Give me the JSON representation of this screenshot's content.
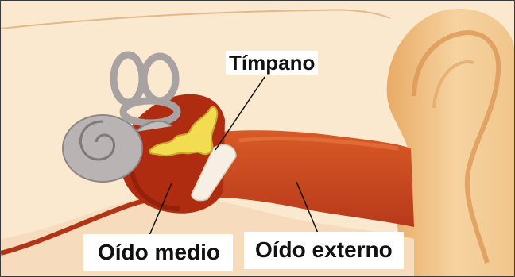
{
  "labels": {
    "timpano": "Tímpano",
    "oido_medio": "Oído medio",
    "oido_externo": "Oído externo"
  },
  "colors": {
    "skin": "#fbe9cf",
    "auricle": "#f3c98e",
    "canal": "#c5471c",
    "middle_ear": "#b02c10",
    "ossicles": "#f2dc52",
    "cochlea": "#b9b4b3",
    "eardrum": "#f7efe4"
  }
}
